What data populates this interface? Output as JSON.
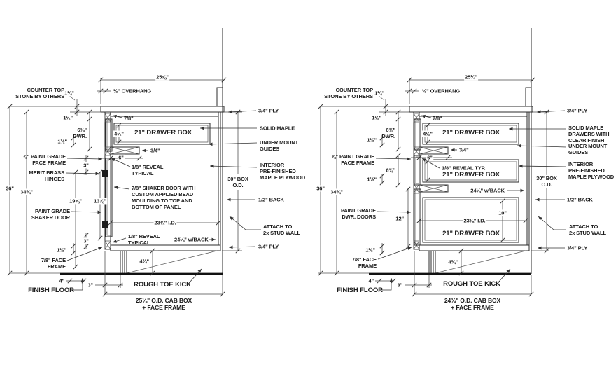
{
  "colors": {
    "ink": "#2b2b2b",
    "paper": "#ffffff"
  },
  "left_view": {
    "counter_note": "COUNTER TOP\nSTONE BY OTHERS",
    "counter_thickness": "1¼\"",
    "overall_top_width": "25⅝\"",
    "overhang": "½\" OVERHANG",
    "top_rail": "7/8\"",
    "gap_counter_drawer": "1½\"",
    "drawer_front_height": "6⅜\"\nDWR.",
    "drawer_box_height": "4½\"",
    "drawer_box_label": "21\" DRAWER BOX",
    "ply_top": "3/4\" PLY",
    "solid_maple": "SOLID MAPLE",
    "undermount_guides": "UNDER MOUNT\nGUIDES",
    "stretcher_thickness": "3/4\"",
    "stretcher_depth": "6\"",
    "reveal_top": "1/8\" REVEAL\nTYPICAL",
    "gap_mid": "1½\"",
    "face_frame": "⅞\" PAINT GRADE\nFACE FRAME",
    "rail_to_hinge": "3\"",
    "hinges": "MERIT BRASS\nHINGES",
    "interior_ply": "INTERIOR\nPRE-FINISHED\nMAPLE PLYWOOD",
    "box_depth": "30\" BOX\nO.D.",
    "overall_height": "36\"",
    "box_height": "34¾\"",
    "hinge_span_a": "19⅞\"",
    "hinge_span_b": "13⅞\"",
    "door_label": "PAINT GRADE\nSHAKER DOOR",
    "door_note": "7/8\" SHAKER DOOR WITH\nCUSTOM APPLIED BEAD\nMOULDING TO TOP AND\nBOTTOM OF PANEL",
    "back_panel": "1/2\" BACK",
    "interior_width": "23¾\" I.D.",
    "attach_note": "ATTACH TO\n2x STUD WALL",
    "width_with_back": "24¼\" w/BACK",
    "hinge_to_bottom": "3\"",
    "reveal_bottom": "1/8\" REVEAL\nTYPICAL",
    "gap_bottom": "1½\"",
    "face_frame_bottom": "7/8\" FACE\nFRAME",
    "ply_bottom": "3/4\" PLY",
    "floor_dim": "4\"",
    "finish_floor": "FINISH FLOOR",
    "toe_setback": "3\"",
    "toe_height": "4¾\"",
    "toe_kick": "ROUGH TOE KICK",
    "overall_box_width": "25⅛\" O.D. CAB BOX\n+ FACE FRAME"
  },
  "right_view": {
    "counter_note": "COUNTER TOP\nSTONE BY OTHERS",
    "counter_thickness": "1¼\"",
    "overall_top_width": "25¼\"",
    "overhang": "½\" OVERHANG",
    "top_rail": "7/8\"",
    "gap_counter_drawer": "1½\"",
    "drawer_front_height": "6⅜\"\nDWR.",
    "drawer_box_height": "4½\"",
    "drawer_box_label": "21\" DRAWER BOX",
    "ply_top": "3/4\" PLY",
    "solid_maple": "SOLID MAPLE\nDRAWERS WITH\nCLEAR FINISH",
    "undermount_guides": "UNDER MOUNT\nGUIDES",
    "stretcher_thickness": "3/4\"",
    "stretcher_depth": "6\"",
    "reveal": "1/8\" REVEAL TYP.",
    "gap_mid": "1½\"",
    "face_frame": "⅞\" PAINT GRADE\nFACE FRAME",
    "drawer2_height": "6⅜\"",
    "gap_mid2": "1½\"",
    "interior_ply": "INTERIOR\nPRE-FINISHED\nMAPLE PLYWOOD",
    "box_depth": "30\" BOX\nO.D.",
    "overall_height": "36\"",
    "box_height": "34¾\"",
    "drawer_doors": "PAINT GRADE\nDWR. DOORS",
    "bottom_front_height": "12\"",
    "bottom_box_height": "10\"",
    "back_panel": "1/2\" BACK",
    "interior_width": "23⅜\" I.D.",
    "attach_note": "ATTACH TO\n2x STUD WALL",
    "width_with_back": "24¼\" w/BACK",
    "gap_bottom": "1½\"",
    "face_frame_bottom": "7/8\" FACE\nFRAME",
    "ply_bottom": "3/4\" PLY",
    "floor_dim": "4\"",
    "finish_floor": "FINISH FLOOR",
    "toe_setback": "3\"",
    "toe_height": "4¾\"",
    "toe_kick": "ROUGH TOE KICK",
    "overall_box_width": "24¾\" O.D. CAB BOX\n+ FACE FRAME"
  }
}
